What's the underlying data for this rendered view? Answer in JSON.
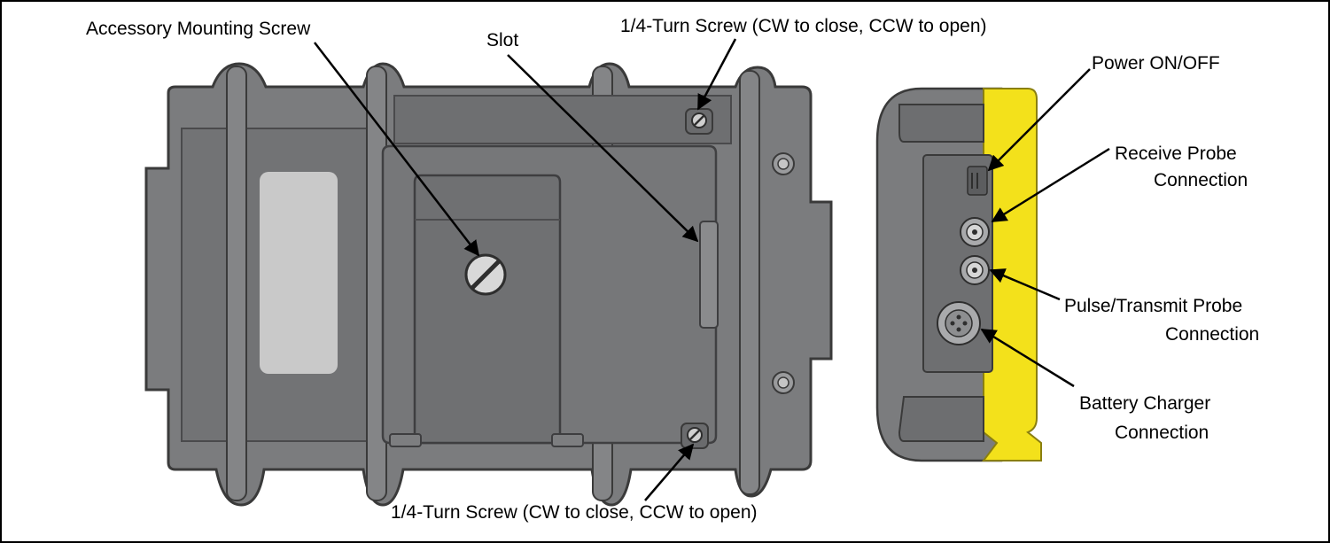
{
  "labels": {
    "accessory_mounting_screw": "Accessory Mounting Screw",
    "slot": "Slot",
    "quarter_turn_screw_top": "1/4-Turn Screw (CW to close, CCW to open)",
    "quarter_turn_screw_bottom": "1/4-Turn Screw (CW to close, CCW to open)",
    "power": "Power ON/OFF",
    "receive_probe_line1": "Receive Probe",
    "receive_probe_line2": "Connection",
    "pulse_probe_line1": "Pulse/Transmit Probe",
    "pulse_probe_line2": "Connection",
    "battery_line1": "Battery Charger",
    "battery_line2": "Connection"
  },
  "colors": {
    "body_gray": "#7b7c7e",
    "body_dark": "#5f6062",
    "label_panel": "#c8c8c8",
    "accent_yellow": "#f3e11b",
    "outline": "#3a3a3a"
  }
}
